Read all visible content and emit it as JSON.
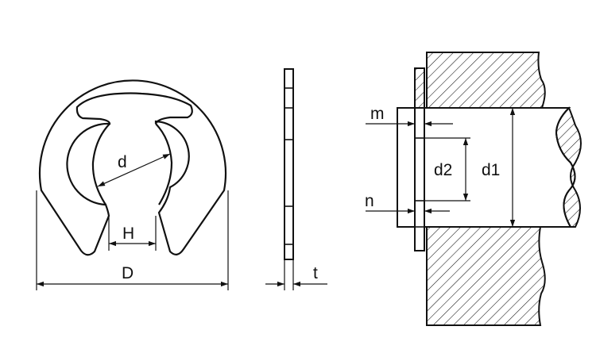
{
  "labels": {
    "d": "d",
    "H": "H",
    "D": "D",
    "t": "t",
    "m": "m",
    "n": "n",
    "d2": "d2",
    "d1": "d1"
  },
  "colors": {
    "ink": "#111111",
    "background": "#ffffff"
  }
}
